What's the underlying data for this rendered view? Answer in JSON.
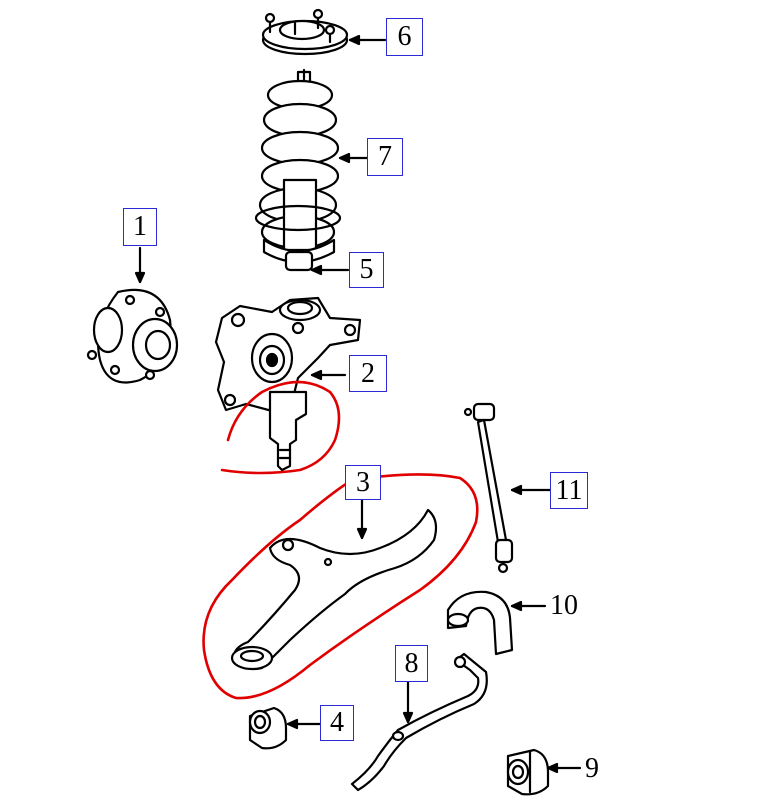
{
  "callouts": {
    "c1": "1",
    "c2": "2",
    "c3": "3",
    "c4": "4",
    "c5": "5",
    "c6": "6",
    "c7": "7",
    "c8": "8",
    "c9": "9",
    "c10": "10",
    "c11": "11"
  },
  "colors": {
    "ink": "#000000",
    "callout_border": "#2b2bd6",
    "highlight": "#e10000"
  }
}
